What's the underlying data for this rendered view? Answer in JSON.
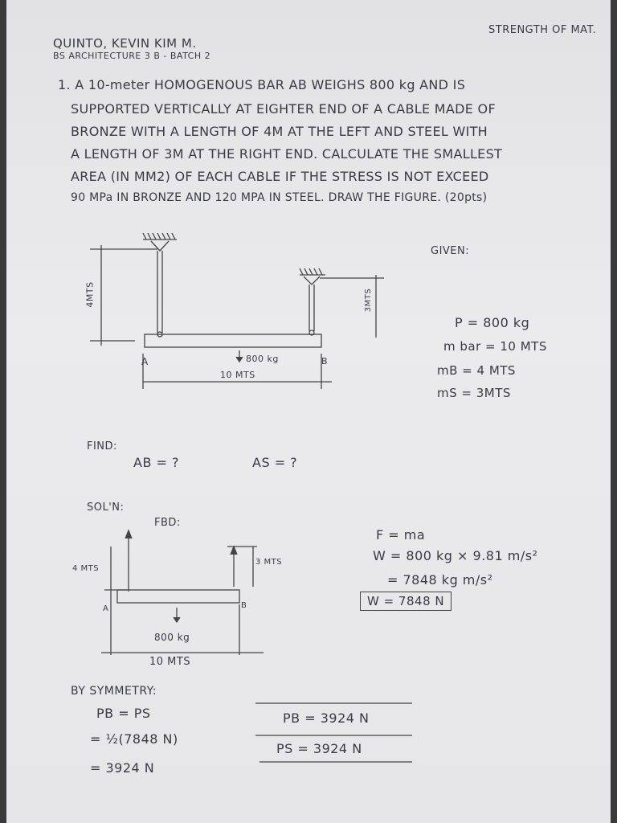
{
  "header": {
    "subject": "STRENGTH OF MAT.",
    "name": "QUINTO, KEVIN KIM M.",
    "course": "BS ARCHITECTURE 3 B - BATCH 2"
  },
  "problem": {
    "lines": [
      "1. A 10-meter HOMOGENOUS BAR AB WEIGHS 800 kg AND IS",
      "SUPPORTED VERTICALLY AT EIGHTER END OF A CABLE MADE OF",
      "BRONZE WITH A LENGTH OF 4M AT THE LEFT AND STEEL WITH",
      "A LENGTH OF 3M AT THE RIGHT END. CALCULATE THE SMALLEST",
      "AREA (IN MM2) OF EACH CABLE IF THE STRESS IS NOT EXCEED",
      "90 MPa IN BRONZE AND 120 MPA IN STEEL. DRAW THE FIGURE. (20pts)"
    ]
  },
  "figure": {
    "left_height": "4MTS",
    "right_height": "3MTS",
    "load": "800 kg",
    "bar_length": "10 MTS",
    "point_a": "A",
    "point_b": "B"
  },
  "given": {
    "heading": "GIVEN:",
    "items": [
      "P = 800 kg",
      "m bar = 10 MTS",
      "mB = 4 MTS",
      "mS = 3MTS"
    ]
  },
  "find": {
    "heading": "FIND:",
    "ab": "AB = ?",
    "as": "AS = ?"
  },
  "solution": {
    "heading": "SOL'N:",
    "fbd": "FBD:",
    "fbd_left": "4 MTS",
    "fbd_right": "3 MTS",
    "fbd_load": "800 kg",
    "fbd_length": "10 MTS",
    "fbd_a": "A",
    "fbd_b": "B",
    "eq1": "F = ma",
    "eq2": "W = 800 kg × 9.81 m/s²",
    "eq3": "= 7848 kg m/s²",
    "eq4": "W = 7848 N",
    "sym_heading": "BY SYMMETRY:",
    "sym1": "PB = PS",
    "sym2": "= ½(7848 N)",
    "sym3": "= 3924 N",
    "res1": "PB = 3924 N",
    "res2": "PS = 3924 N"
  }
}
